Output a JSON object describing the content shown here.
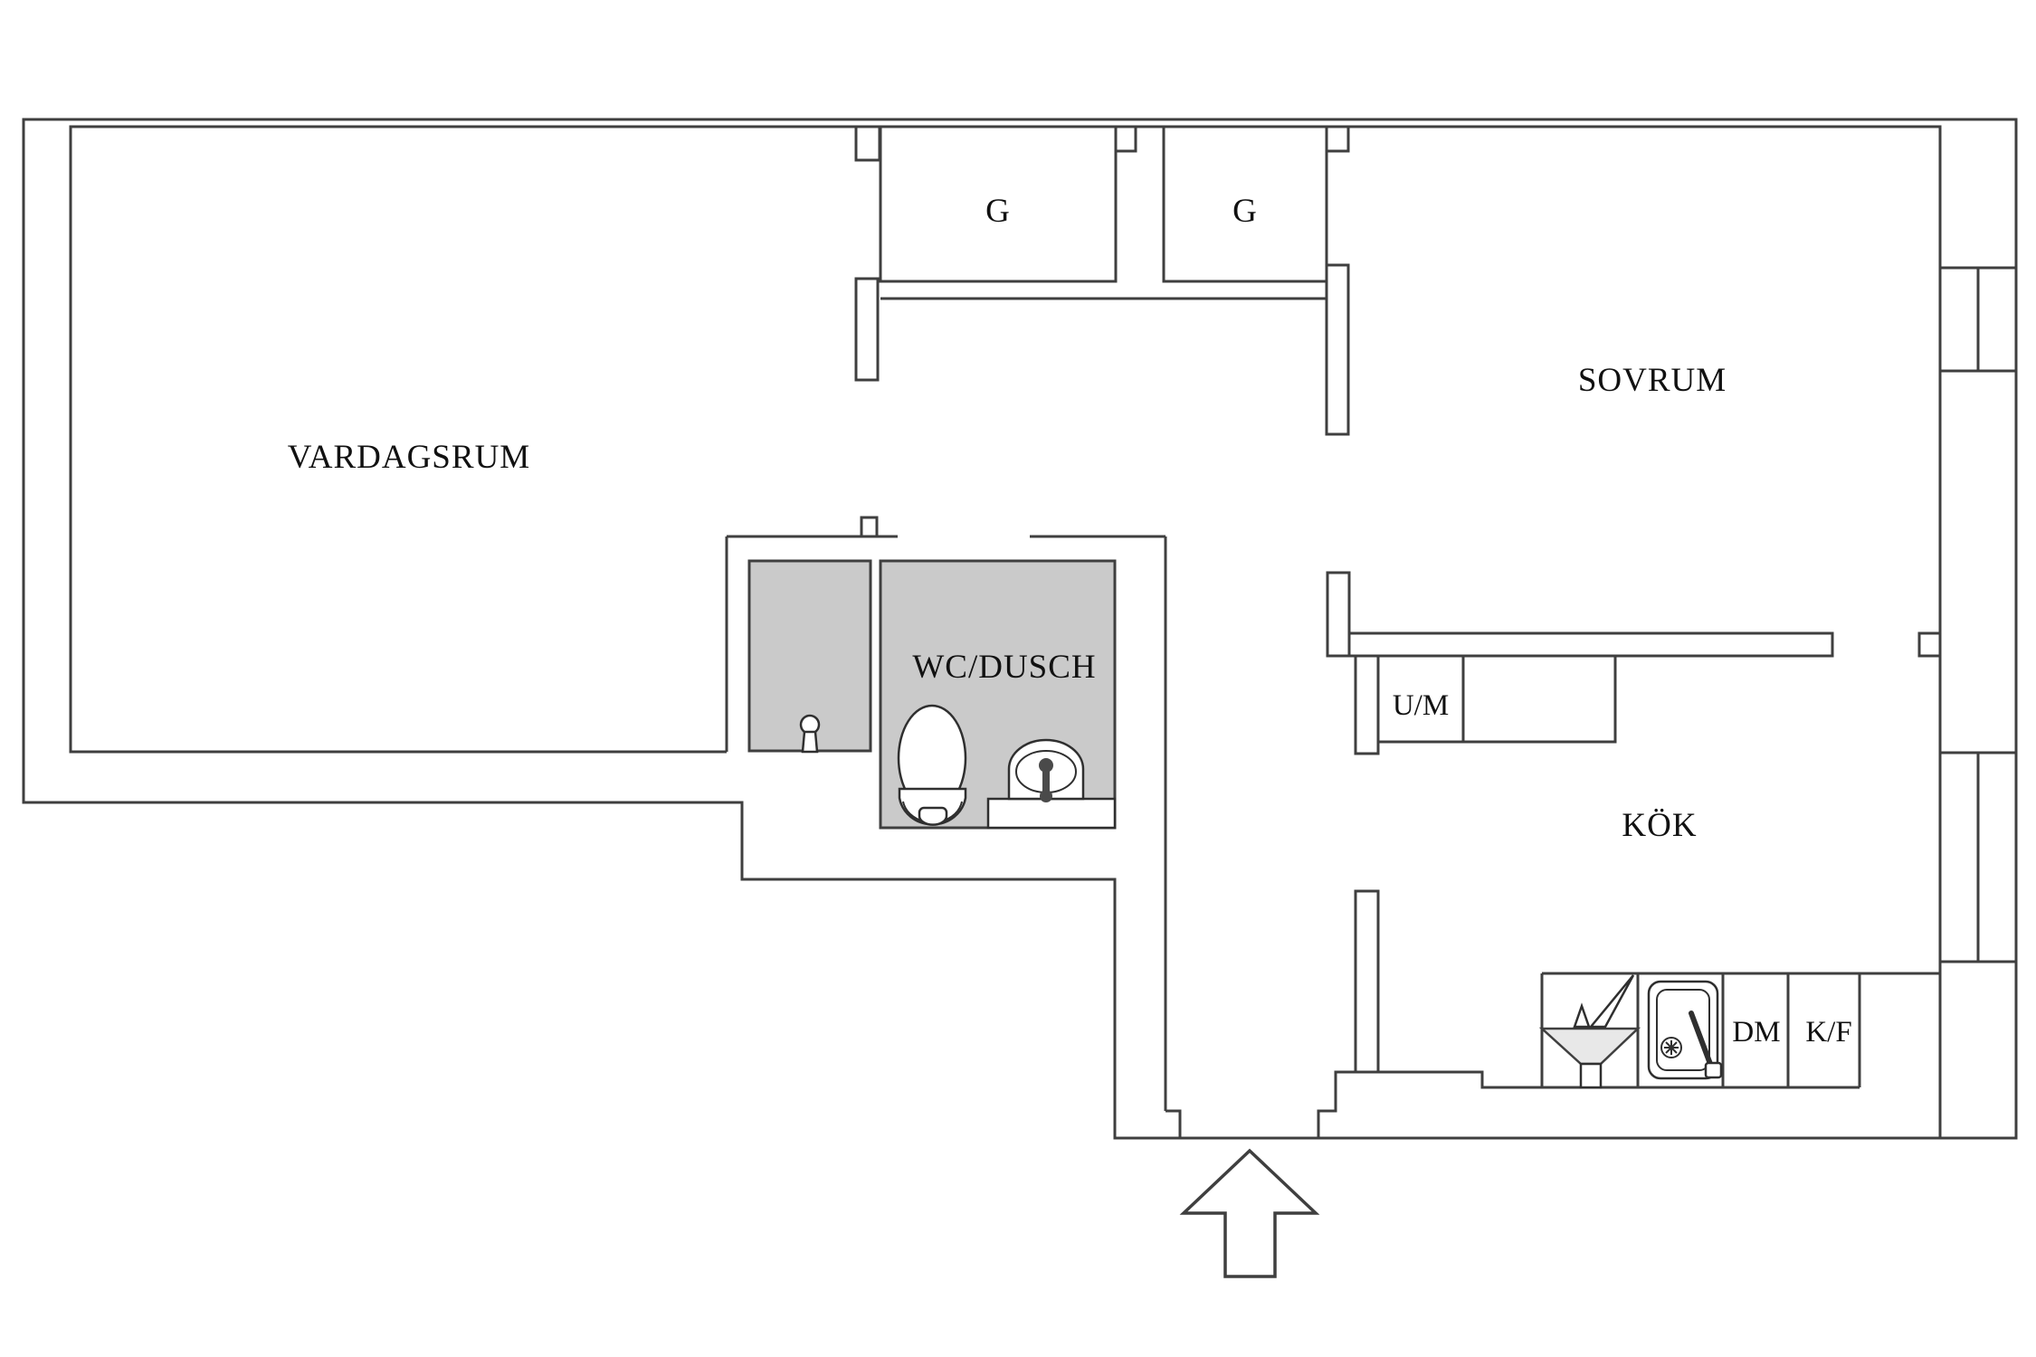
{
  "plan": {
    "type": "apartment-floor-plan",
    "language": "Swedish",
    "rooms": {
      "living": "VARDAGSRUM",
      "bedroom": "SOVRUM",
      "kitchen": "KÖK",
      "bathroom": "WC/DUSCH",
      "closet_left": "G",
      "closet_right": "G",
      "utility_unit": "U/M",
      "dishwasher": "DM",
      "fridge_freezer": "K/F"
    },
    "icons": [
      "entrance-arrow-icon",
      "toilet-icon",
      "washbasin-icon",
      "shower-mixer-icon",
      "kitchen-sink-icon",
      "cooker-fan-icon",
      "window-glyph"
    ],
    "colors": {
      "background": "#ffffff",
      "wall_line": "#3f3f3f",
      "wet_room_fill": "#cacaca",
      "fan_fill": "#e8e8e8",
      "text": "#111111"
    }
  }
}
